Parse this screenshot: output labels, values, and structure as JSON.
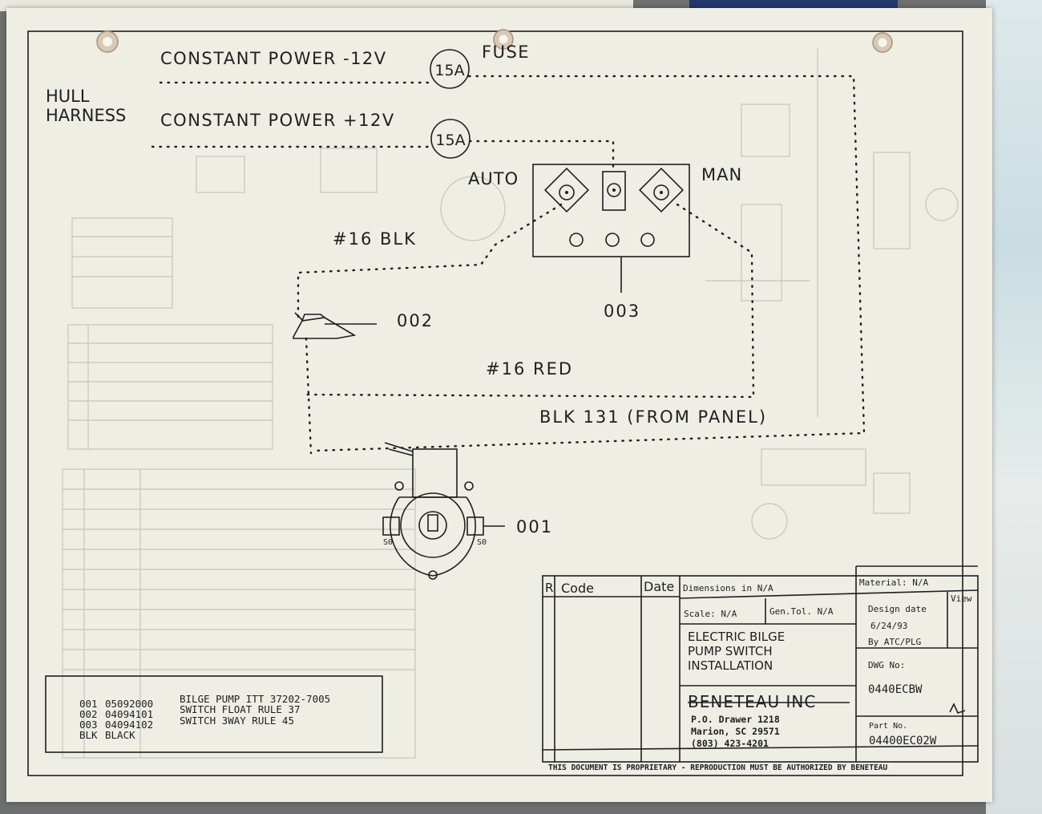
{
  "harness": {
    "line1": "HULL",
    "line2": "HARNESS"
  },
  "power": {
    "negative": "CONSTANT POWER -12V",
    "positive": "CONSTANT POWER +12V",
    "fuse_rating": "15A",
    "fuse_label": "FUSE"
  },
  "switch_panel": {
    "auto": "AUTO",
    "man": "MAN"
  },
  "wires": {
    "black": "#16 BLK",
    "red": "#16 RED",
    "panel": "BLK 131 (FROM PANEL)"
  },
  "parts": {
    "pump": "001",
    "float_switch": "002",
    "switch_3way": "003"
  },
  "pump_ports": {
    "left": "S0",
    "right": "S0"
  },
  "legend": [
    {
      "code": "001",
      "part": "05092000",
      "desc": "BILGE PUMP ITT 37202-7005"
    },
    {
      "code": "002",
      "part": "04094101",
      "desc": "SWITCH FLOAT RULE 37"
    },
    {
      "code": "003",
      "part": "04094102",
      "desc": "SWITCH 3WAY RULE 45"
    },
    {
      "code": "BLK",
      "part": "",
      "desc": "BLACK"
    }
  ],
  "title_block": {
    "r": "R",
    "code": "Code",
    "date": "Date",
    "dimensions": "Dimensions in N/A",
    "material": "Material: N/A",
    "scale": "Scale: N/A",
    "gen_tol": "Gen.Tol. N/A",
    "design_date_label": "Design date",
    "design_date": "6/24/93",
    "by": "By ATC/PLG",
    "view": "View",
    "title_lines": [
      "ELECTRIC BILGE",
      "PUMP SWITCH",
      "INSTALLATION"
    ],
    "dwg_label": "DWG No:",
    "dwg_no": "0440ECBW",
    "company": "BENETEAU INC",
    "address": [
      "P.O. Drawer 1218",
      "Marion, SC 29571",
      "(803) 423-4201"
    ],
    "part_label": "Part No.",
    "part_no": "04400EC02W",
    "notice": "THIS DOCUMENT IS PROPRIETARY - REPRODUCTION MUST BE AUTHORIZED BY BENETEAU"
  }
}
